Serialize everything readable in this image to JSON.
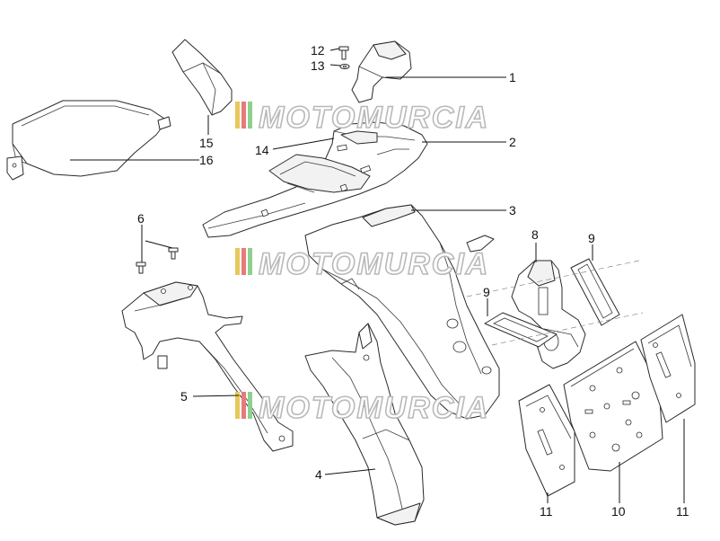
{
  "callouts": [
    {
      "id": "c1",
      "label": "1"
    },
    {
      "id": "c2",
      "label": "2"
    },
    {
      "id": "c3",
      "label": "3"
    },
    {
      "id": "c4",
      "label": "4"
    },
    {
      "id": "c5",
      "label": "5"
    },
    {
      "id": "c6",
      "label": "6"
    },
    {
      "id": "c8",
      "label": "8"
    },
    {
      "id": "c9a",
      "label": "9"
    },
    {
      "id": "c9b",
      "label": "9"
    },
    {
      "id": "c10",
      "label": "10"
    },
    {
      "id": "c11a",
      "label": "11"
    },
    {
      "id": "c11b",
      "label": "11"
    },
    {
      "id": "c12",
      "label": "12"
    },
    {
      "id": "c13",
      "label": "13"
    },
    {
      "id": "c14",
      "label": "14"
    },
    {
      "id": "c15",
      "label": "15"
    },
    {
      "id": "c16",
      "label": "16"
    }
  ],
  "watermark": {
    "text": "MOTOMURCIA",
    "stripe_colors": [
      "#e8c85a",
      "#e87a7a",
      "#8fcf8f"
    ]
  }
}
